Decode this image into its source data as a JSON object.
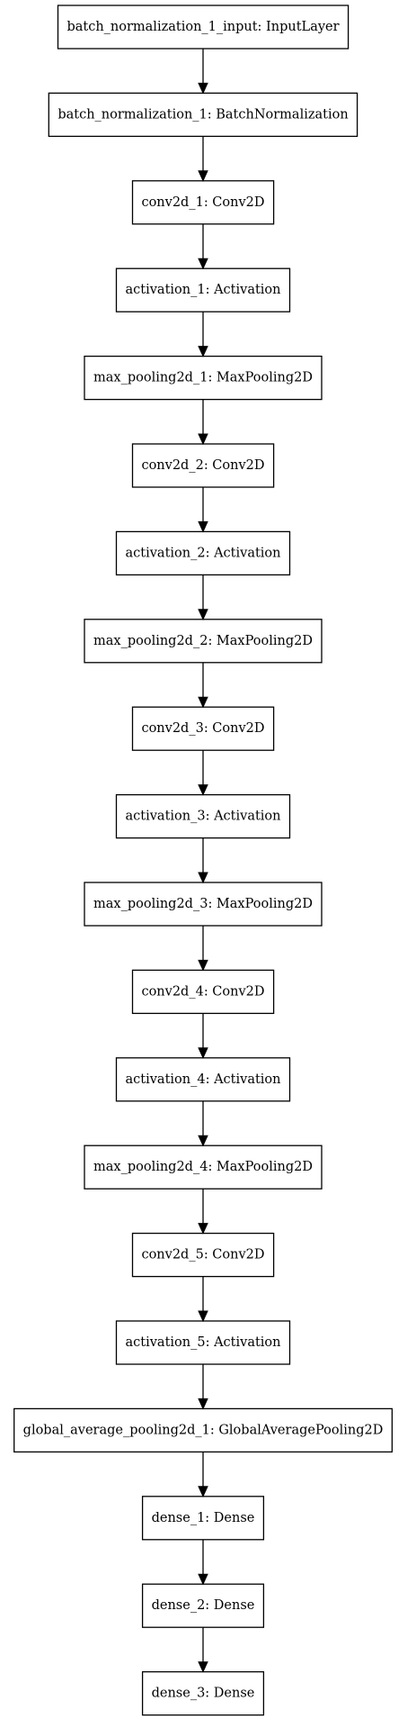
{
  "diagram": {
    "type": "model-layer-graph",
    "nodes": [
      {
        "id": "n0",
        "label": "batch_normalization_1_input: InputLayer"
      },
      {
        "id": "n1",
        "label": "batch_normalization_1: BatchNormalization"
      },
      {
        "id": "n2",
        "label": "conv2d_1: Conv2D"
      },
      {
        "id": "n3",
        "label": "activation_1: Activation"
      },
      {
        "id": "n4",
        "label": "max_pooling2d_1: MaxPooling2D"
      },
      {
        "id": "n5",
        "label": "conv2d_2: Conv2D"
      },
      {
        "id": "n6",
        "label": "activation_2: Activation"
      },
      {
        "id": "n7",
        "label": "max_pooling2d_2: MaxPooling2D"
      },
      {
        "id": "n8",
        "label": "conv2d_3: Conv2D"
      },
      {
        "id": "n9",
        "label": "activation_3: Activation"
      },
      {
        "id": "n10",
        "label": "max_pooling2d_3: MaxPooling2D"
      },
      {
        "id": "n11",
        "label": "conv2d_4: Conv2D"
      },
      {
        "id": "n12",
        "label": "activation_4: Activation"
      },
      {
        "id": "n13",
        "label": "max_pooling2d_4: MaxPooling2D"
      },
      {
        "id": "n14",
        "label": "conv2d_5: Conv2D"
      },
      {
        "id": "n15",
        "label": "activation_5: Activation"
      },
      {
        "id": "n16",
        "label": "global_average_pooling2d_1: GlobalAveragePooling2D"
      },
      {
        "id": "n17",
        "label": "dense_1: Dense"
      },
      {
        "id": "n18",
        "label": "dense_2: Dense"
      },
      {
        "id": "n19",
        "label": "dense_3: Dense"
      }
    ],
    "edges": [
      [
        "n0",
        "n1"
      ],
      [
        "n1",
        "n2"
      ],
      [
        "n2",
        "n3"
      ],
      [
        "n3",
        "n4"
      ],
      [
        "n4",
        "n5"
      ],
      [
        "n5",
        "n6"
      ],
      [
        "n6",
        "n7"
      ],
      [
        "n7",
        "n8"
      ],
      [
        "n8",
        "n9"
      ],
      [
        "n9",
        "n10"
      ],
      [
        "n10",
        "n11"
      ],
      [
        "n11",
        "n12"
      ],
      [
        "n12",
        "n13"
      ],
      [
        "n13",
        "n14"
      ],
      [
        "n14",
        "n15"
      ],
      [
        "n15",
        "n16"
      ],
      [
        "n16",
        "n17"
      ],
      [
        "n17",
        "n18"
      ],
      [
        "n18",
        "n19"
      ]
    ],
    "colors": {
      "stroke": "#000000",
      "fill": "#ffffff",
      "text": "#000000",
      "background": "#ffffff"
    }
  }
}
